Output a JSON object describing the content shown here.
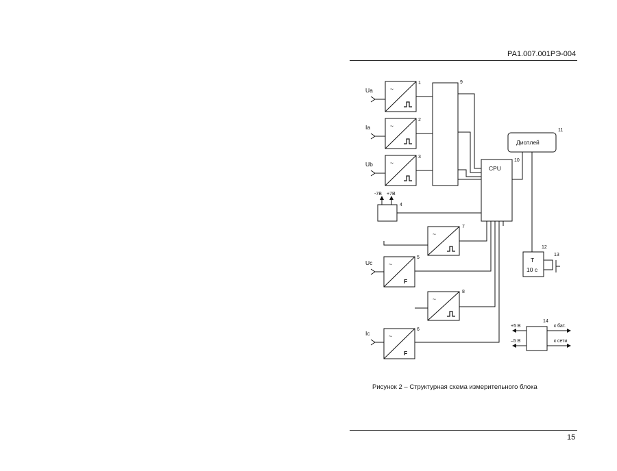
{
  "header": {
    "doc_code": "РА1.007.001РЭ-004"
  },
  "figure": {
    "caption": "Рисунок 2 – Структурная схема измерительного блока",
    "inputs": [
      "Ua",
      "Ia",
      "Ub",
      "Uc",
      "Ic"
    ],
    "block_numbers": [
      "1",
      "2",
      "3",
      "4",
      "5",
      "6",
      "7",
      "8",
      "9",
      "10",
      "11",
      "12",
      "13",
      "14"
    ],
    "cpu_label": "CPU",
    "display_label": "Дисплей",
    "timer_label_top": "T",
    "timer_label_bottom": "10 с",
    "supply_labels": {
      "minus7": "-7B",
      "plus7": "+7B"
    },
    "power_labels": {
      "plus5": "+5 В",
      "minus5": "–5 В",
      "battery": "к бат.",
      "mains": "к сети"
    },
    "converter_symbols": {
      "tilde": "~",
      "freq": "F"
    }
  },
  "footer": {
    "page_number": "15"
  }
}
